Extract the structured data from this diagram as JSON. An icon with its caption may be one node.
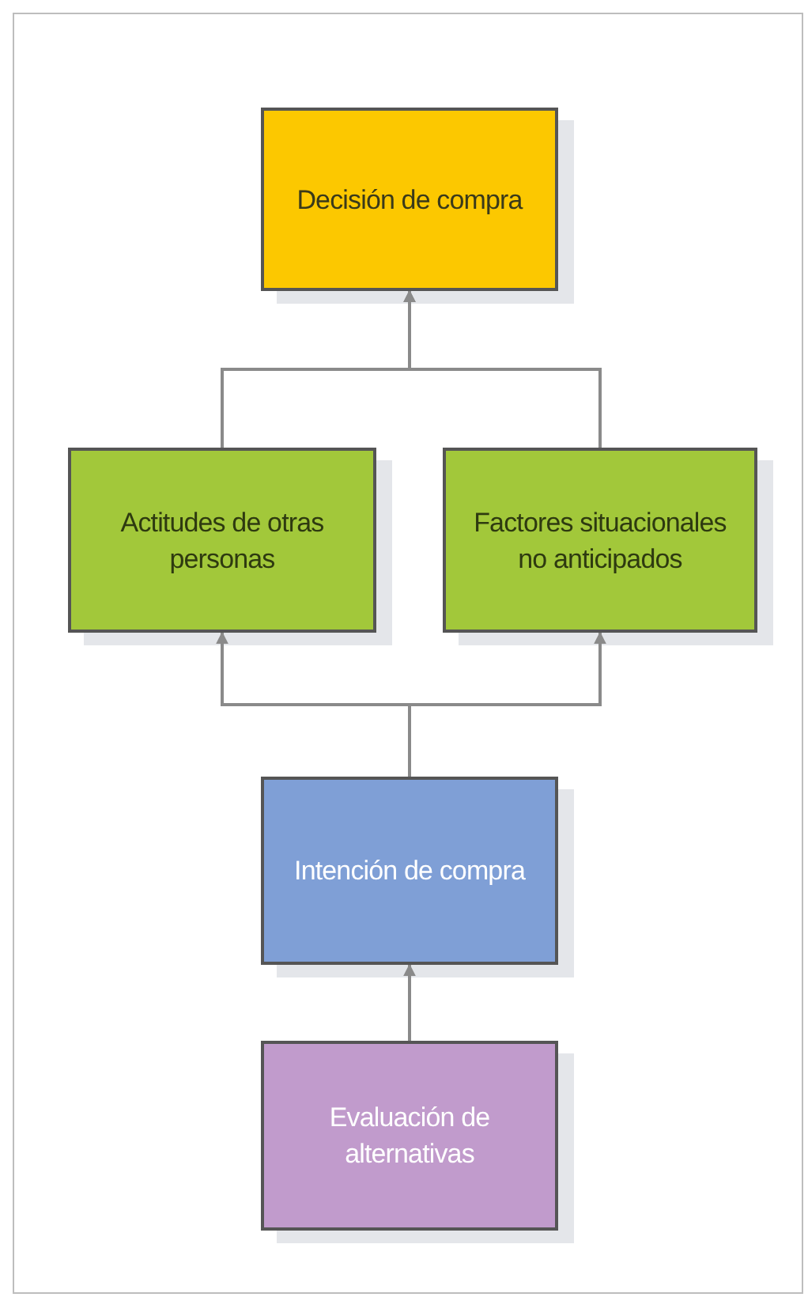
{
  "diagram": {
    "nodes": [
      {
        "text": [
          "Decisión de compra"
        ]
      },
      {
        "text": [
          "Actitudes de otras personas"
        ]
      },
      {
        "text": [
          "Factores situacionales no anticipados"
        ]
      },
      {
        "text": [
          "Intención de compra"
        ]
      },
      {
        "text": [
          "Evaluación de alternativas"
        ]
      }
    ],
    "edges": [
      {
        "from": 1,
        "to": 0,
        "arrow": "to"
      },
      {
        "from": 2,
        "to": 0,
        "arrow": "to"
      },
      {
        "from": 3,
        "to": 1,
        "arrow": "to"
      },
      {
        "from": 3,
        "to": 2,
        "arrow": "to"
      },
      {
        "from": 4,
        "to": 3,
        "arrow": "to"
      }
    ]
  }
}
